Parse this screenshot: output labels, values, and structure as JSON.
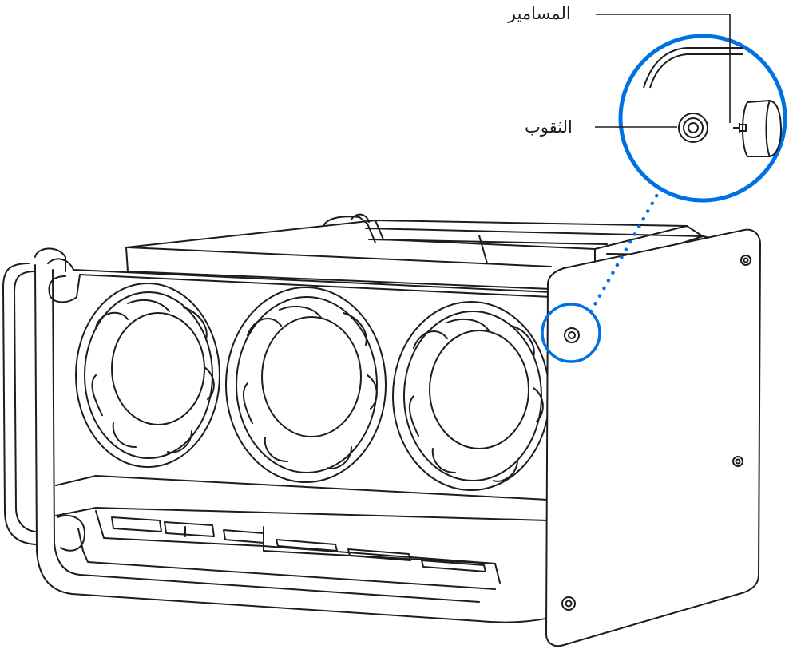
{
  "callouts": {
    "screws": "المسامير",
    "holes": "الثقوب"
  },
  "colors": {
    "line": "#1d1d1f",
    "highlight": "#0071e3",
    "background": "#ffffff"
  },
  "illustration": {
    "subject": "fan-module-assembly",
    "fan_count": 3,
    "icons": [
      "fan-icon",
      "screw-icon",
      "screw-hole-icon",
      "handle-icon"
    ]
  }
}
